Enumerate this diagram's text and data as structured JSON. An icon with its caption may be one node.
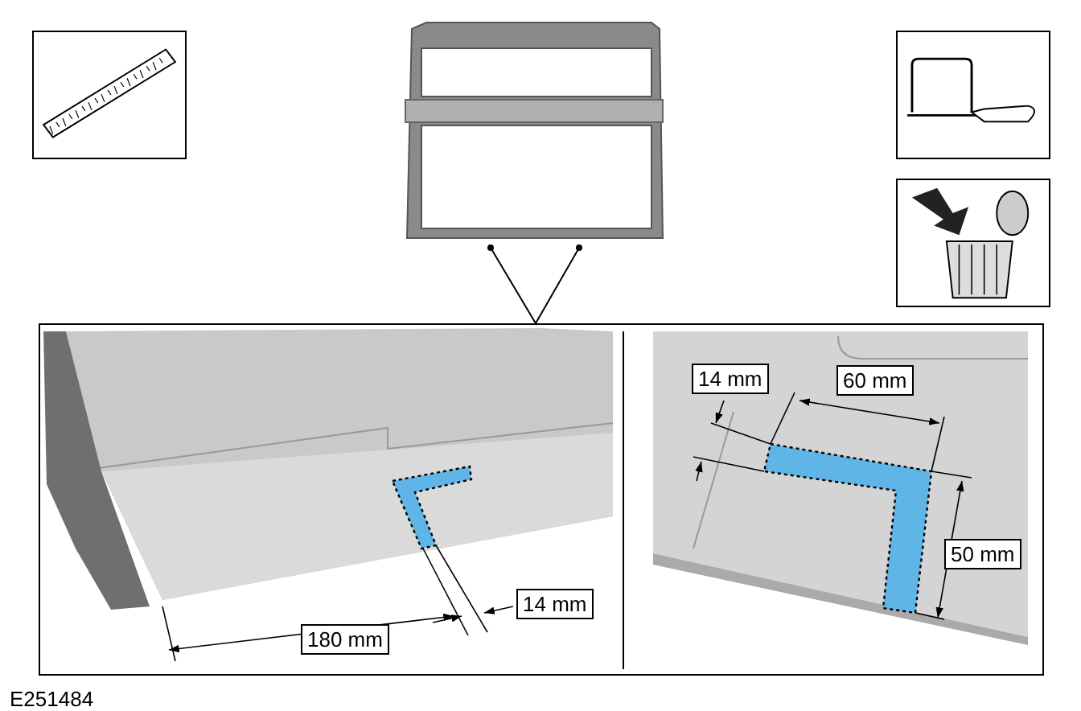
{
  "diagram": {
    "nodes": [
      {
        "text": [],
        "shape": "picture"
      },
      {
        "text": [],
        "shape": "picture"
      },
      {
        "text": [],
        "shape": "picture"
      },
      {
        "text": [],
        "shape": "picture"
      },
      {
        "text": [],
        "shape": "box"
      },
      {
        "text": [],
        "shape": "picture",
        "in": 4
      },
      {
        "text": [],
        "shape": "picture",
        "in": 4
      }
    ],
    "edges": [
      {
        "from": 1,
        "to": 4,
        "arrow": "other"
      },
      {
        "from": 1,
        "to": 4,
        "arrow": "other"
      }
    ],
    "labels": [
      "14 mm",
      "60 mm",
      "50 mm",
      "14 mm",
      "180 mm",
      "E251484"
    ]
  }
}
